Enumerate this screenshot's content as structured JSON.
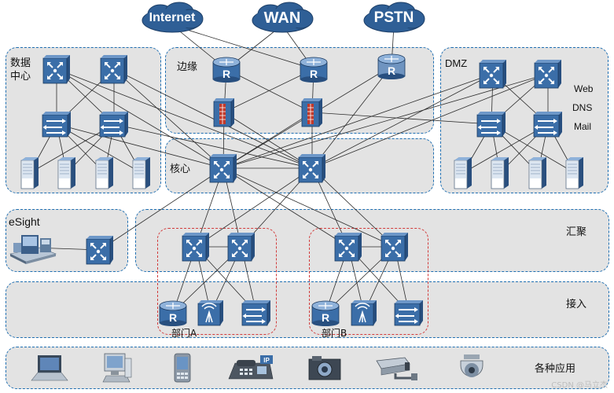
{
  "clouds": {
    "internet": "Internet",
    "wan": "WAN",
    "pstn": "PSTN"
  },
  "zones": {
    "datacenter": "数据\n中心",
    "edge": "边缘",
    "dmz": "DMZ",
    "core": "核心",
    "esight": "eSight",
    "aggregation": "汇聚",
    "access": "接入",
    "apps": "各种应用",
    "dept_a": "部门A",
    "dept_b": "部门B"
  },
  "dmz_services": [
    "Web",
    "DNS",
    "Mail"
  ],
  "icons": {
    "router_letter": "R",
    "phone_tag": "IP"
  },
  "watermark": "CSDN @马立杰",
  "colors": {
    "device_blue": "#3b6ea8",
    "device_dark": "#284f7f",
    "zone_bg": "#e3e3e3",
    "zone_border": "#1f6fb2",
    "dept_border": "#d23b3b",
    "firewall_red": "#c0392b"
  }
}
